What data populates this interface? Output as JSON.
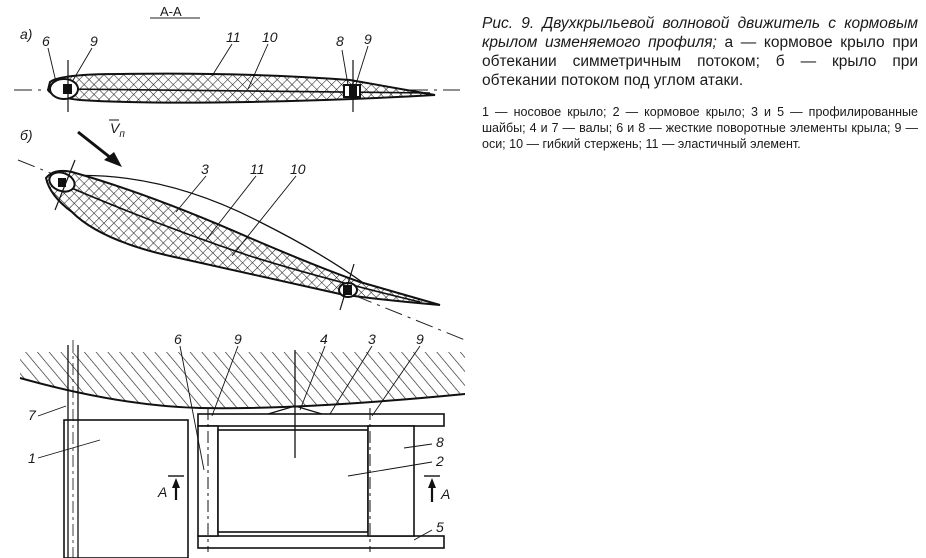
{
  "figure": {
    "section_label": "А-А",
    "view_a_label": "а)",
    "view_b_label": "б)",
    "velocity_label": "V",
    "velocity_sub": "п",
    "view_a_numbers": [
      "6",
      "9",
      "11",
      "10",
      "8",
      "9"
    ],
    "view_b_numbers": [
      "3",
      "11",
      "10"
    ],
    "bottom_numbers": [
      "6",
      "9",
      "4",
      "3",
      "9",
      "7",
      "1",
      "8",
      "2",
      "5"
    ],
    "section_mark": "А"
  },
  "caption": {
    "title_italic": "Рис. 9. Двухкрыльевой волновой движитель с кормовым крылом изменяемого профиля;",
    "title_rest": " а — кормовое крыло при обтекании симметричным потоком; б — крыло при обтекании потоком под углом атаки.",
    "legend": "1 — носовое крыло; 2 — кормовое крыло; 3 и 5 — профилированные шайбы; 4 и 7 — валы; 6 и 8 — жесткие поворотные элементы крыла; 9 — оси; 10 — гибкий стержень; 11 — эластичный элемент."
  }
}
